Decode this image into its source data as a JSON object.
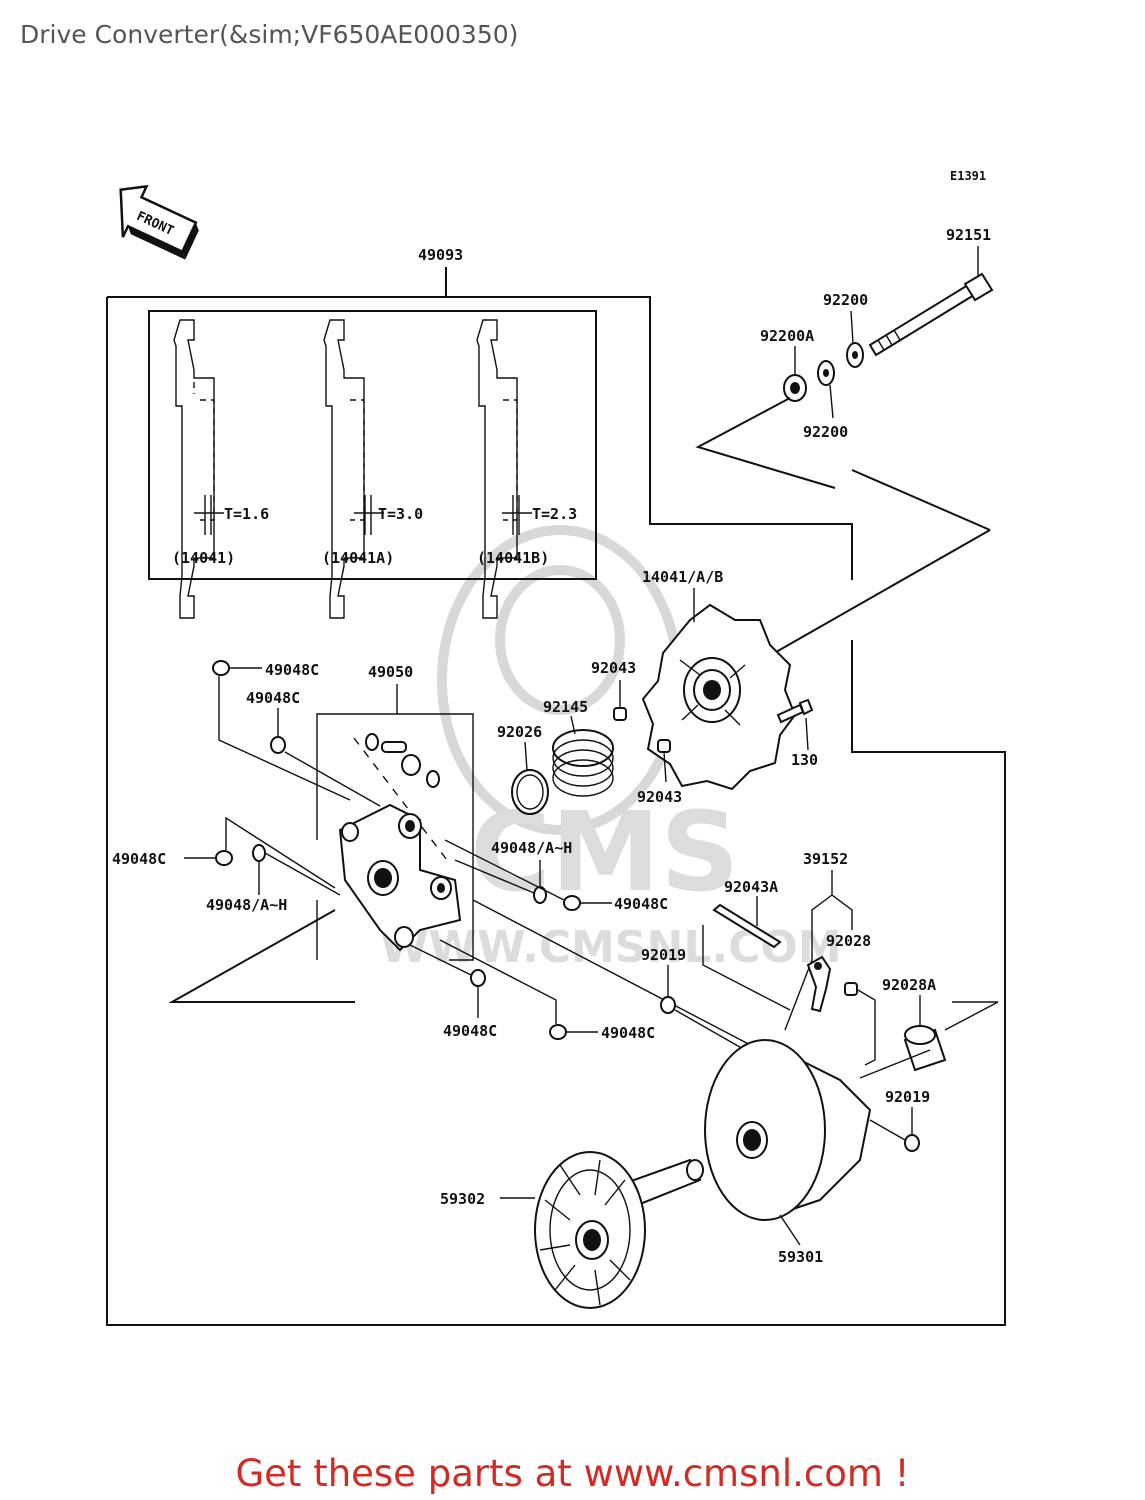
{
  "title": "Drive Converter(&sim;VF650AE000350)",
  "footer": "Get these parts at www.cmsnl.com !",
  "diagram_code": "E1391",
  "front_label": "FRONT",
  "watermark": {
    "brand": "CMS",
    "url": "WWW.CMSNL.COM"
  },
  "parts": {
    "p92151": "92151",
    "p92200_top": "92200",
    "p92200A": "92200A",
    "p92200_bottom": "92200",
    "p49093": "49093",
    "p14041AB": "14041/A/B",
    "p49048C_a": "49048C",
    "p49048C_b": "49048C",
    "p49050": "49050",
    "p92043_a": "92043",
    "p92145": "92145",
    "p92026": "92026",
    "p130": "130",
    "p92043_b": "92043",
    "p49048C_c": "49048C",
    "p49048AH_a": "49048/A~H",
    "p49048AH_b": "49048/A~H",
    "p49048C_d": "49048C",
    "p39152": "39152",
    "p92043A": "92043A",
    "p92028": "92028",
    "p92019_a": "92019",
    "p92028A": "92028A",
    "p49048C_e": "49048C",
    "p49048C_f": "49048C",
    "p92019_b": "92019",
    "p59302": "59302",
    "p59301": "59301"
  },
  "shims": [
    {
      "thickness": "T=1.6",
      "part": "(14041)"
    },
    {
      "thickness": "T=3.0",
      "part": "(14041A)"
    },
    {
      "thickness": "T=2.3",
      "part": "(14041B)"
    }
  ]
}
